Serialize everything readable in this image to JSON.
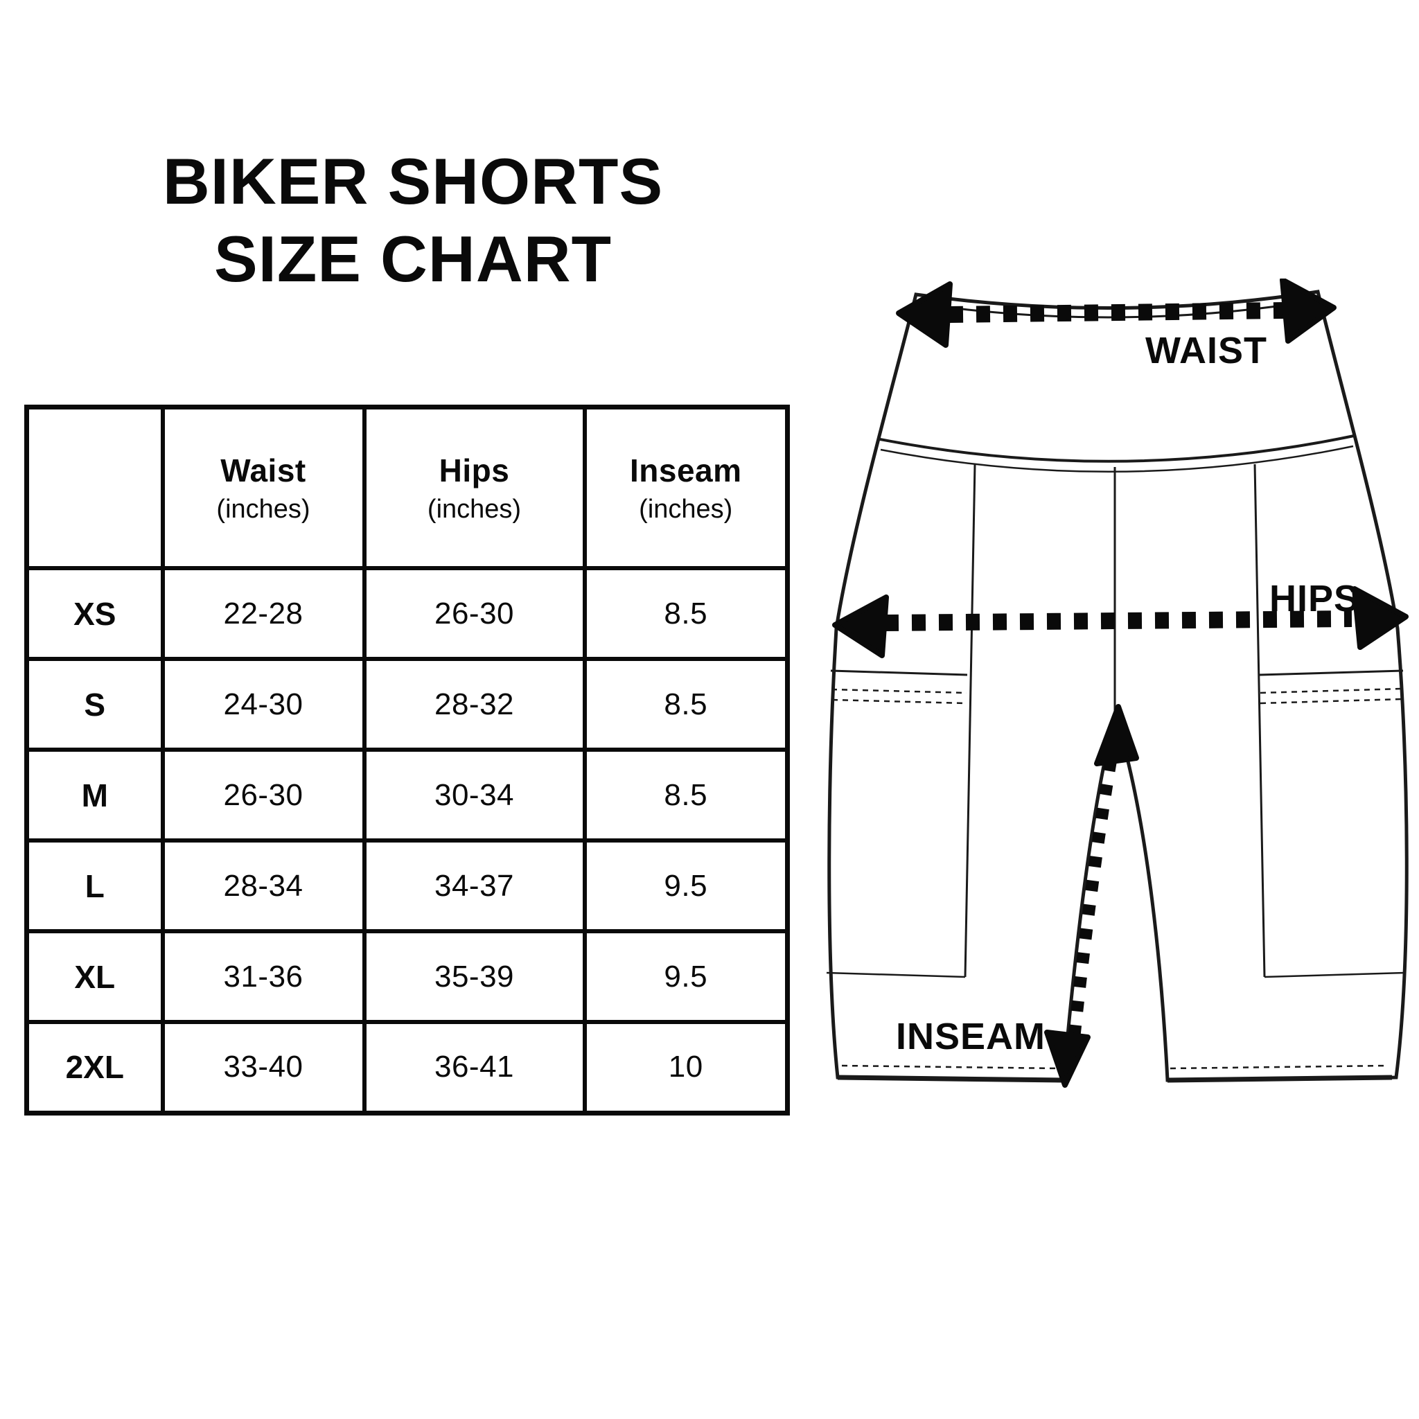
{
  "page": {
    "background": "#ffffff",
    "ink": "#0a0a0a"
  },
  "title": {
    "line1": "BIKER SHORTS",
    "line2": "SIZE CHART"
  },
  "table": {
    "columns": [
      {
        "label": "Waist",
        "unit": "(inches)"
      },
      {
        "label": "Hips",
        "unit": "(inches)"
      },
      {
        "label": "Inseam",
        "unit": "(inches)"
      }
    ],
    "rows": [
      {
        "size": "XS",
        "waist": "22-28",
        "hips": "26-30",
        "inseam": "8.5"
      },
      {
        "size": "S",
        "waist": "24-30",
        "hips": "28-32",
        "inseam": "8.5"
      },
      {
        "size": "M",
        "waist": "26-30",
        "hips": "30-34",
        "inseam": "8.5"
      },
      {
        "size": "L",
        "waist": "28-34",
        "hips": "34-37",
        "inseam": "9.5"
      },
      {
        "size": "XL",
        "waist": "31-36",
        "hips": "35-39",
        "inseam": "9.5"
      },
      {
        "size": "2XL",
        "waist": "33-40",
        "hips": "36-41",
        "inseam": "10"
      }
    ]
  },
  "diagram": {
    "labels": {
      "waist": "WAIST",
      "hips": "HIPS",
      "inseam": "INSEAM"
    }
  },
  "chart_data": {
    "type": "table",
    "title": "BIKER SHORTS SIZE CHART",
    "columns": [
      "",
      "Waist (inches)",
      "Hips (inches)",
      "Inseam (inches)"
    ],
    "rows": [
      [
        "XS",
        "22-28",
        "26-30",
        "8.5"
      ],
      [
        "S",
        "24-30",
        "28-32",
        "8.5"
      ],
      [
        "M",
        "26-30",
        "30-34",
        "8.5"
      ],
      [
        "L",
        "28-34",
        "34-37",
        "9.5"
      ],
      [
        "XL",
        "31-36",
        "35-39",
        "9.5"
      ],
      [
        "2XL",
        "33-40",
        "36-41",
        "10"
      ]
    ],
    "annotations": [
      "WAIST",
      "HIPS",
      "INSEAM"
    ]
  }
}
